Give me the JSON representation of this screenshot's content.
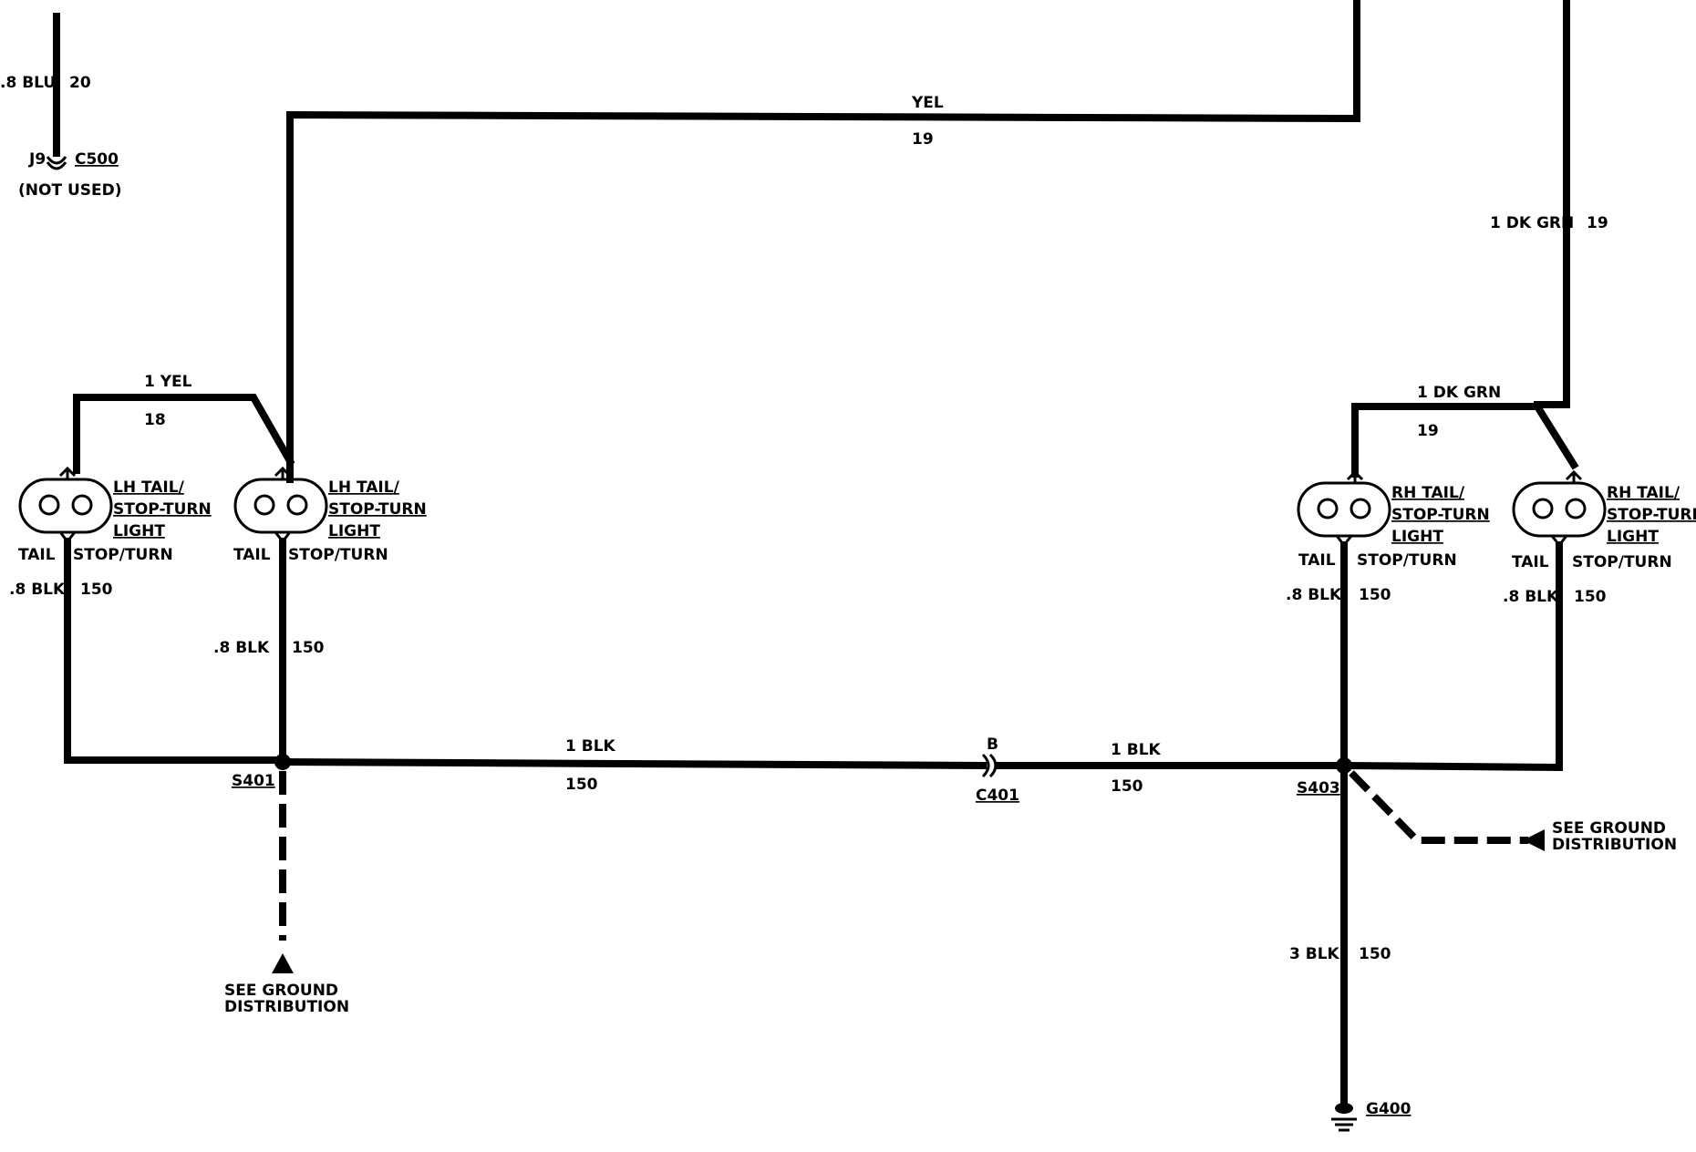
{
  "labels": {
    "c500_wire_color": ".8 BLU",
    "c500_wire_circuit": "20",
    "c500_pin": "J9",
    "c500_name": "C500",
    "c500_note": "(NOT USED)",
    "top_wire_color": "YEL",
    "top_wire_circuit": "19",
    "rh_feed_color": "1 DK GRN",
    "rh_feed_circuit": "19",
    "lh_jumper_color": "1 YEL",
    "lh_jumper_circuit": "18",
    "rh_jumper_color": "1 DK GRN",
    "rh_jumper_circuit": "19",
    "lh_light_line1": "LH TAIL/",
    "lh_light_line2": "STOP-TURN",
    "lh_light_line3": "LIGHT",
    "rh_light_line1": "RH TAIL/",
    "rh_light_line2": "STOP-TURN",
    "rh_light_line3": "LIGHT",
    "tail": "TAIL",
    "stop_turn": "STOP/TURN",
    "blk_08": ".8 BLK",
    "circuit_150": "150",
    "blk_1": "1 BLK",
    "blk_3": "3 BLK",
    "splice_s401": "S401",
    "splice_s403": "S403",
    "conn_c401": "C401",
    "conn_c401_pin": "B",
    "ground_g400": "G400",
    "see_ground_1": "SEE GROUND",
    "see_ground_2": "DISTRIBUTION"
  }
}
